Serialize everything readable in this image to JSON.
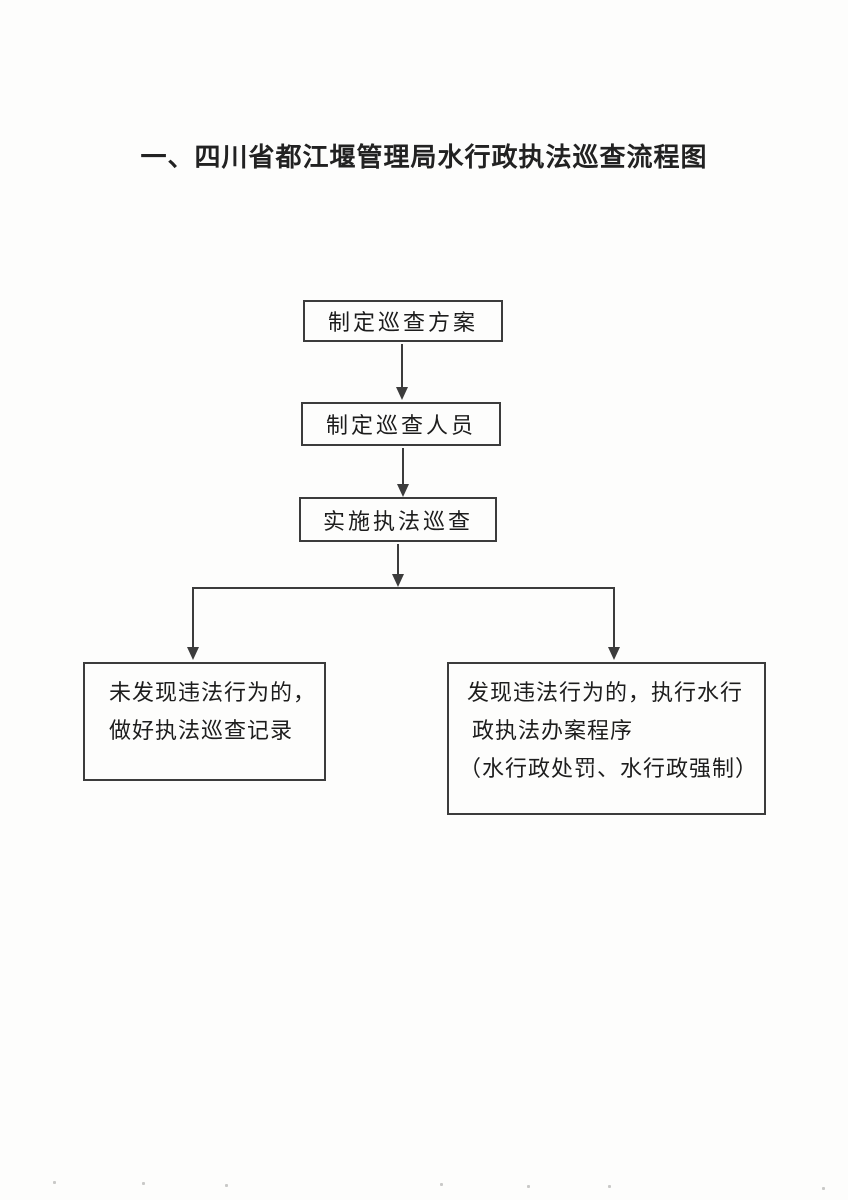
{
  "page": {
    "title": "一、四川省都江堰管理局水行政执法巡查流程图",
    "colors": {
      "paper": "#fdfdfc",
      "ink_lines": "#3c3c3c",
      "text": "#1d1d1d"
    }
  },
  "flowchart": {
    "steps": [
      {
        "label": "制定巡查方案"
      },
      {
        "label": "制定巡查人员"
      },
      {
        "label": "实施执法巡查"
      }
    ],
    "outcomes": {
      "no_violation": {
        "lines": [
          "未发现违法行为的，",
          "做好执法巡查记录"
        ]
      },
      "violation": {
        "lines": [
          "发现违法行为的，执行水行",
          "政执法办案程序",
          "（水行政处罚、水行政强制）"
        ]
      }
    }
  }
}
